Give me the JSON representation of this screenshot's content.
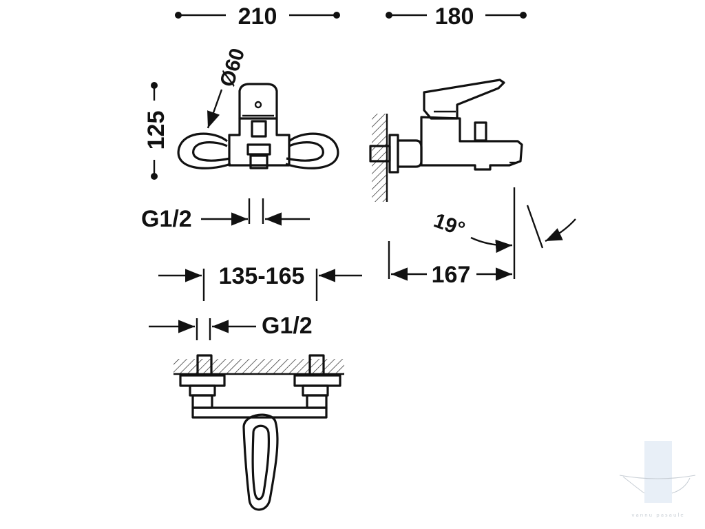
{
  "dimensions": {
    "width_front": "210",
    "depth_side": "180",
    "diameter": "Ø60",
    "height": "125",
    "thread_front": "G1/2",
    "angle": "19°",
    "centers": "135-165",
    "projection": "167",
    "thread_top": "G1/2"
  },
  "watermark": {
    "text": "vannu pasaule"
  },
  "colors": {
    "line": "#111111",
    "background": "#ffffff",
    "watermark": "#b9cfe6"
  }
}
